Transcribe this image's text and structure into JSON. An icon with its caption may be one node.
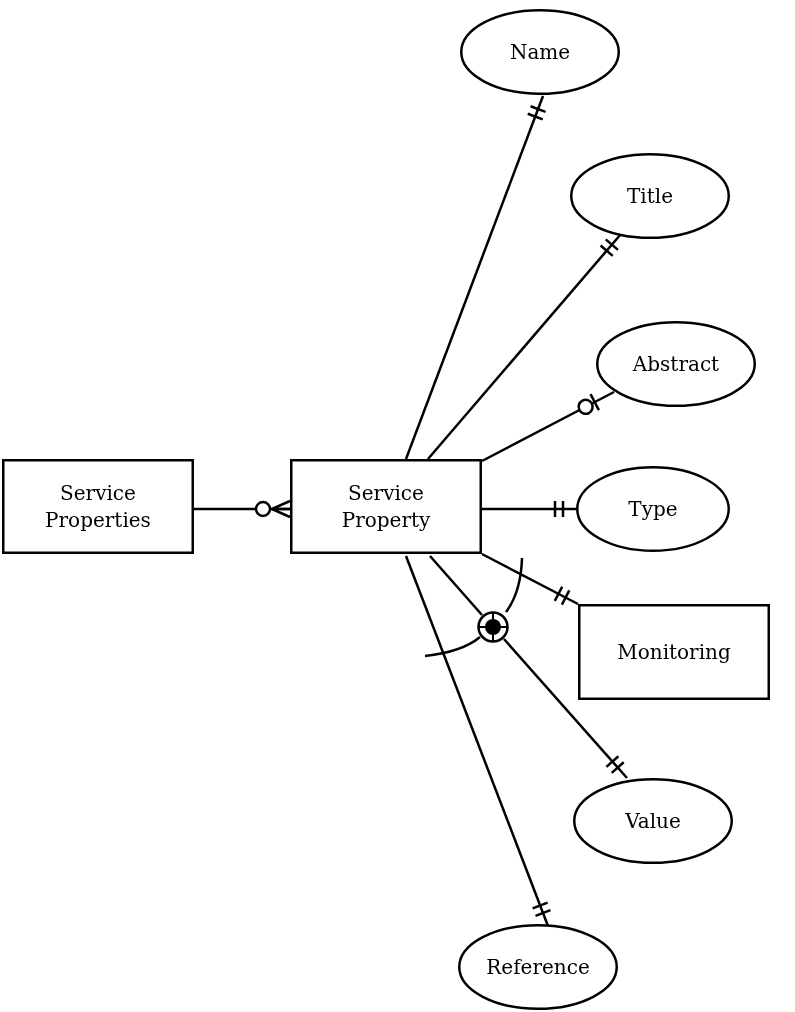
{
  "diagram": {
    "nodes": [
      {
        "text": [
          "Service Properties"
        ]
      },
      {
        "text": [
          "Service Property"
        ]
      },
      {
        "text": [
          "Name"
        ]
      },
      {
        "text": [
          "Title"
        ]
      },
      {
        "text": [
          "Abstract"
        ]
      },
      {
        "text": [
          "Type"
        ]
      },
      {
        "text": [
          "Monitoring"
        ]
      },
      {
        "text": [
          "Value"
        ]
      },
      {
        "text": [
          "Reference"
        ]
      },
      {
        "text": [],
        "shape": "circle"
      }
    ],
    "edges": [
      {
        "from": 0,
        "to": 1,
        "arrow": "other"
      },
      {
        "from": 1,
        "to": 2,
        "arrow": "other"
      },
      {
        "from": 1,
        "to": 3,
        "arrow": "other"
      },
      {
        "from": 1,
        "to": 4,
        "arrow": "other"
      },
      {
        "from": 1,
        "to": 5,
        "arrow": "other"
      },
      {
        "from": 1,
        "to": 6,
        "arrow": "other"
      },
      {
        "from": 1,
        "to": 9,
        "arrow": "none"
      },
      {
        "from": 9,
        "to": 7,
        "arrow": "other"
      },
      {
        "from": 1,
        "to": 8,
        "arrow": "other"
      }
    ]
  }
}
